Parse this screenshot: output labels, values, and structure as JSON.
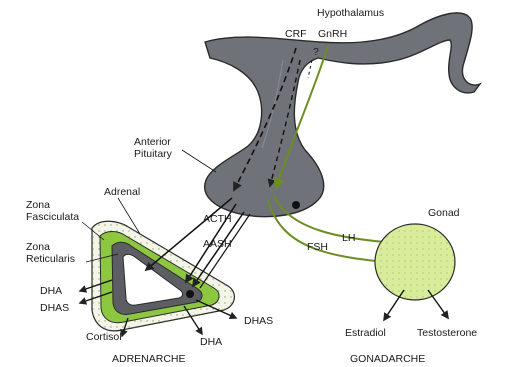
{
  "labels": {
    "hypothalamus": "Hypothalamus",
    "crf": "CRF",
    "gnrh": "GnRH",
    "question": "?",
    "anterior_pituitary_line1": "Anterior",
    "anterior_pituitary_line2": "Pituitary",
    "adrenal": "Adrenal",
    "zona_fasciculata_line1": "Zona",
    "zona_fasciculata_line2": "Fasciculata",
    "zona_reticularis_line1": "Zona",
    "zona_reticularis_line2": "Reticularis",
    "acth": "ACTH",
    "aash": "AASH",
    "fsh": "FSH",
    "lh": "LH",
    "gonad": "Gonad",
    "dha_left": "DHA",
    "dhas_left": "DHAS",
    "cortisol": "Cortisol",
    "dhas_right": "DHAS",
    "dha_bottom": "DHA",
    "estradiol": "Estradiol",
    "testosterone": "Testosterone",
    "adrenarche": "ADRENARCHE",
    "gonadarche": "GONADARCHE"
  },
  "colors": {
    "pituitary": "#6f7278",
    "pituitary_outline": "#2b2b2b",
    "adrenal_outer_fill": "#f3f5e8",
    "fasciculata": "#8dc63f",
    "reticularis": "#5c5e63",
    "gonad": "#d9ec9a",
    "green_arrow": "#6b8e23",
    "dark_arrow": "#222222"
  }
}
